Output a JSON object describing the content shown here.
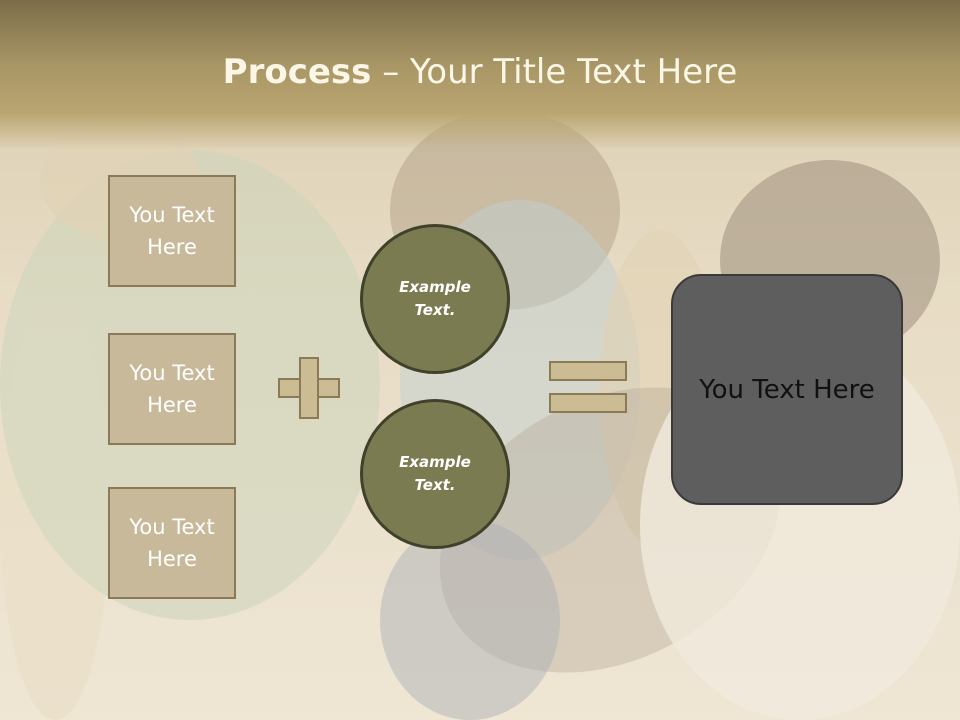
{
  "title": {
    "bold": "Process",
    "dash": " – ",
    "rest": "Your Title Text Here"
  },
  "left_boxes": [
    {
      "label": "You Text Here"
    },
    {
      "label": "You Text Here"
    },
    {
      "label": "You Text Here"
    }
  ],
  "circles": [
    {
      "label": "Example Text."
    },
    {
      "label": "Example Text."
    }
  ],
  "result": {
    "label": "You Text Here"
  },
  "colors": {
    "title_bar": "#a99766",
    "box_fill": "#c8b99a",
    "circle_fill": "#7b7b52",
    "result_fill": "#5e5e5e",
    "operator_fill": "#cbbc94"
  },
  "icons": {
    "operator_1": "plus-icon",
    "operator_2": "equals-icon"
  }
}
